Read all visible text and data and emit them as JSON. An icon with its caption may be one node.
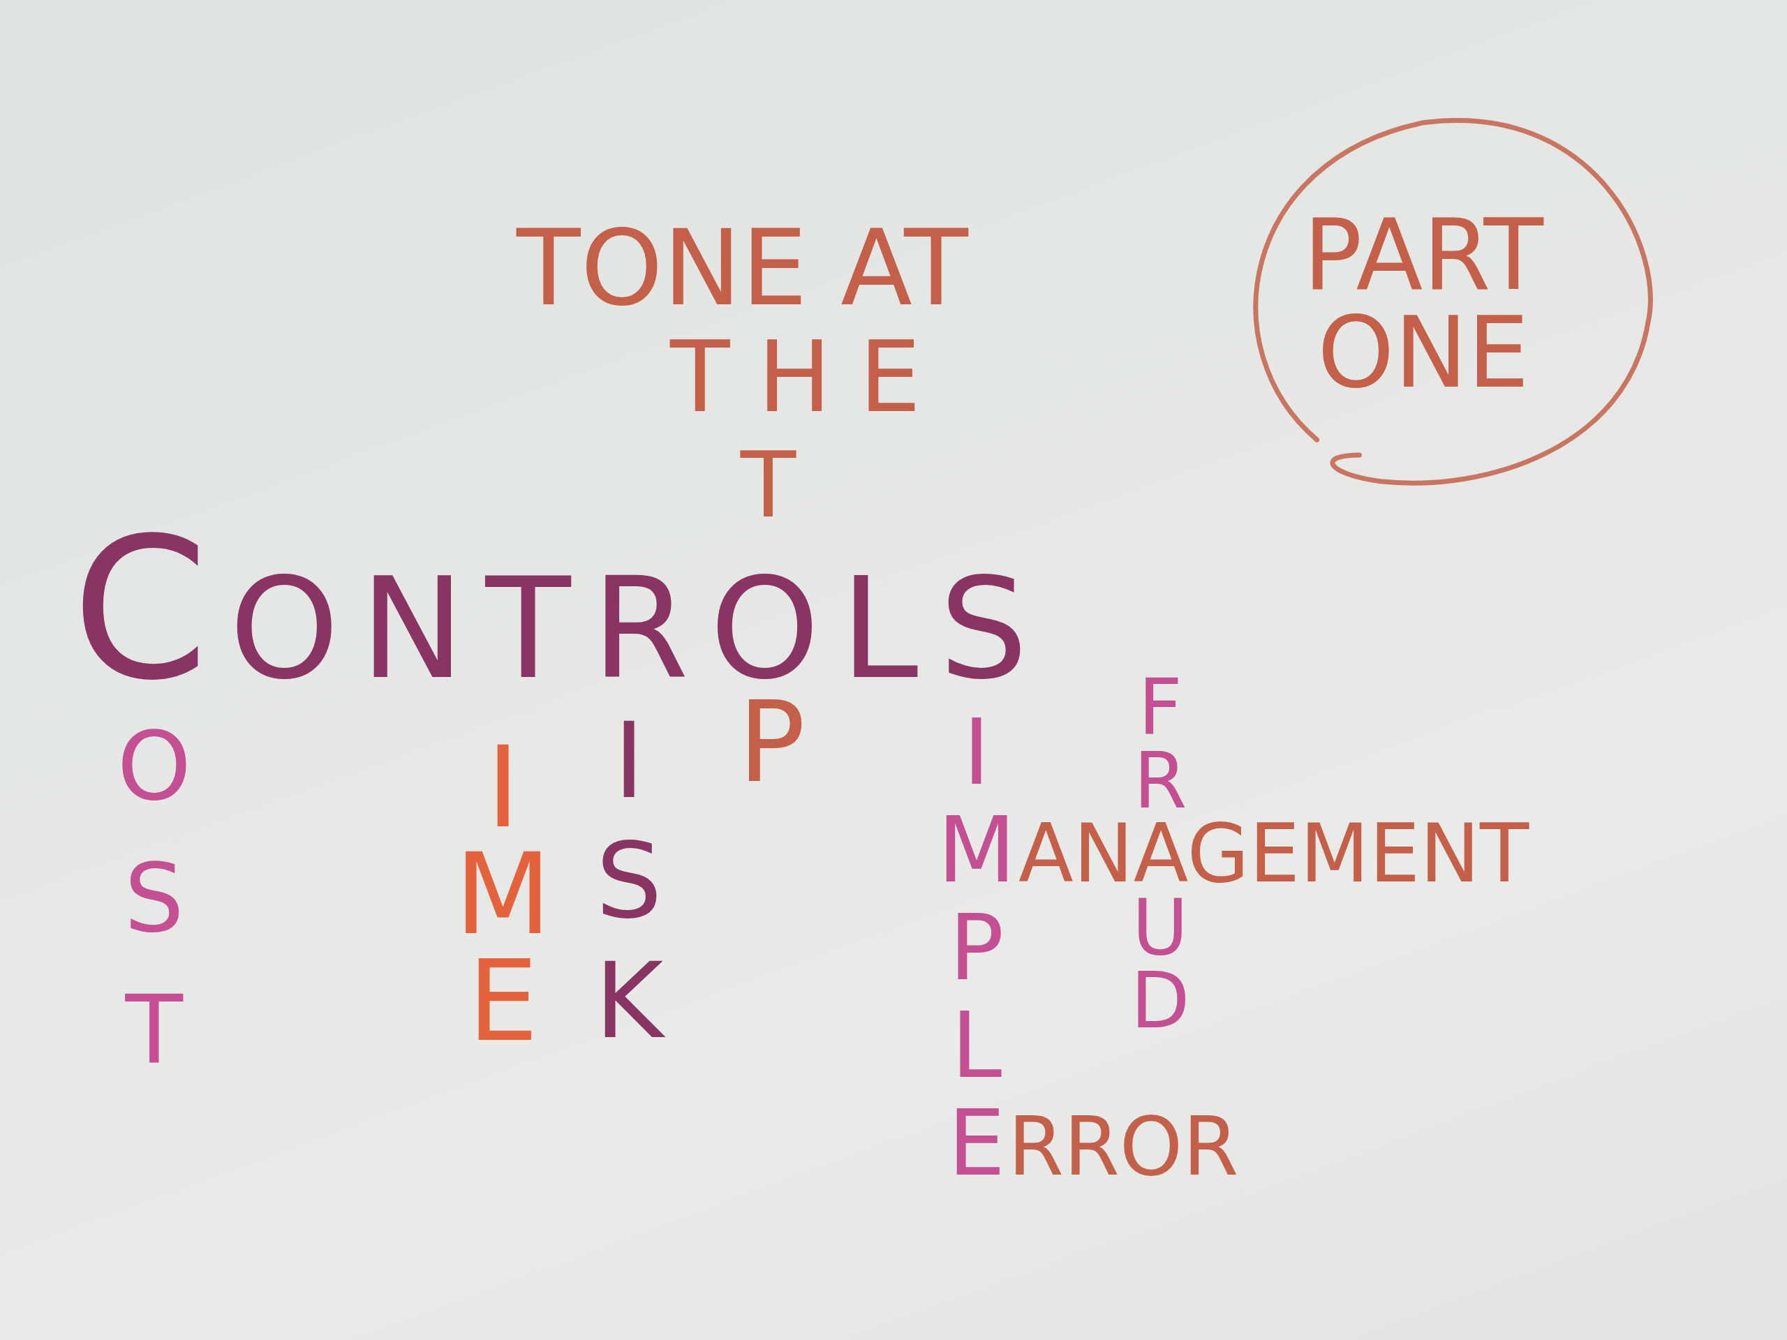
{
  "diagram": {
    "nodes": [
      {
        "text": [
          "PART ONE"
        ]
      }
    ],
    "labels": [
      "TONE AT",
      "THE",
      "T",
      "CONTROLS",
      "OST",
      "IME",
      "ISK",
      "P",
      "IMPLE",
      "FR",
      "ANAGEMENT",
      "UD",
      "RROR"
    ]
  }
}
